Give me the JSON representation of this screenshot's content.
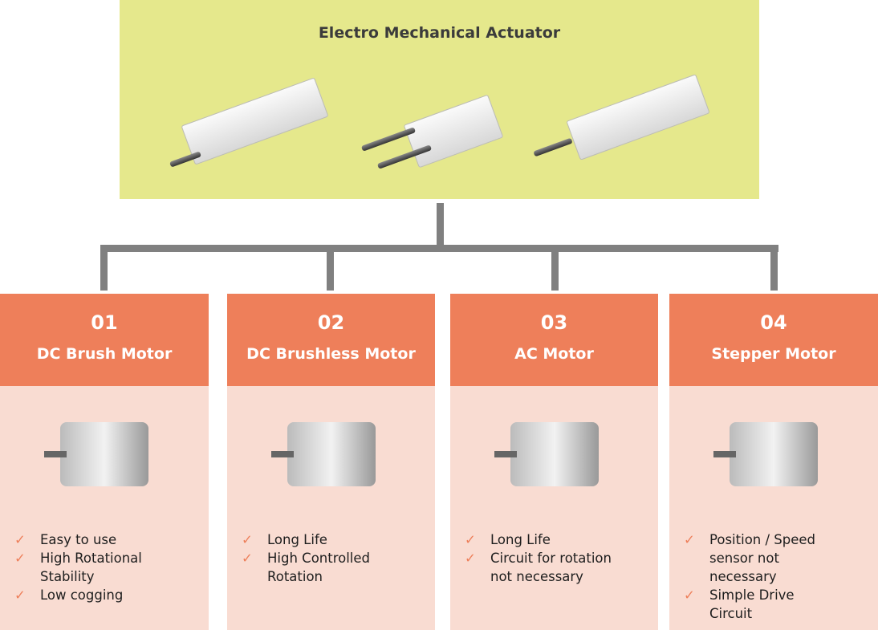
{
  "title": "Electro Mechanical Actuator",
  "colors": {
    "top_bg": "#e5e88c",
    "header": "#ee7f5a",
    "body": "#f9dcd2",
    "connector": "#808080"
  },
  "cards": [
    {
      "num": "01",
      "title": "DC Brush Motor",
      "features": [
        "Easy to use",
        "High Rotational Stability",
        "Low cogging"
      ]
    },
    {
      "num": "02",
      "title": "DC Brushless Motor",
      "features": [
        "Long Life",
        "High Controlled Rotation"
      ]
    },
    {
      "num": "03",
      "title": "AC Motor",
      "features": [
        "Long Life",
        "Circuit for rotation not necessary"
      ]
    },
    {
      "num": "04",
      "title": "Stepper Motor",
      "features": [
        "Position / Speed sensor not necessary",
        "Simple Drive Circuit"
      ]
    }
  ]
}
